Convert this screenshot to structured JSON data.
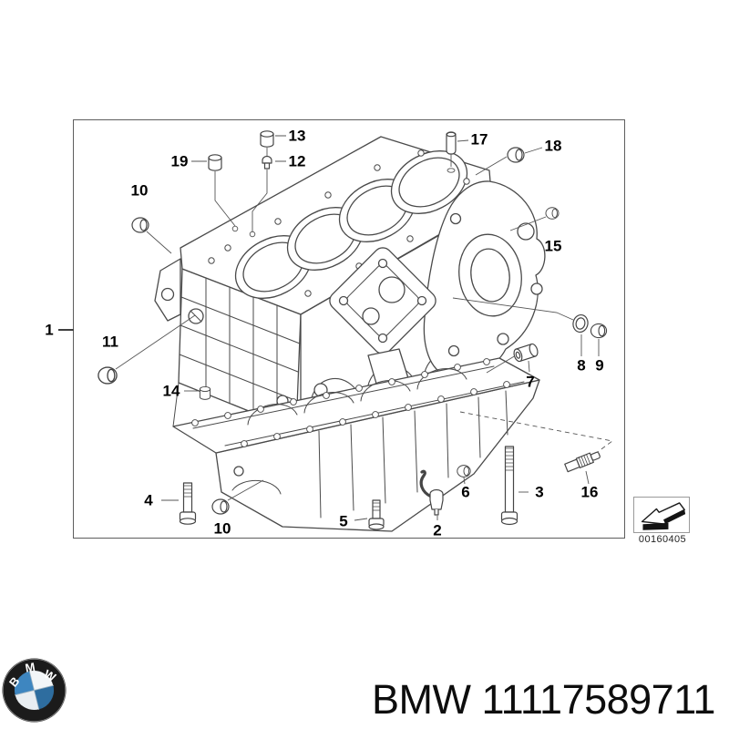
{
  "diagram": {
    "image_code": "00160405",
    "callouts": [
      {
        "id": "1",
        "label": "1"
      },
      {
        "id": "2",
        "label": "2"
      },
      {
        "id": "3",
        "label": "3"
      },
      {
        "id": "4",
        "label": "4"
      },
      {
        "id": "5",
        "label": "5"
      },
      {
        "id": "6",
        "label": "6"
      },
      {
        "id": "7",
        "label": "7"
      },
      {
        "id": "8",
        "label": "8"
      },
      {
        "id": "9",
        "label": "9"
      },
      {
        "id": "10-top",
        "label": "10"
      },
      {
        "id": "10-bottom",
        "label": "10"
      },
      {
        "id": "11",
        "label": "11"
      },
      {
        "id": "12",
        "label": "12"
      },
      {
        "id": "13",
        "label": "13"
      },
      {
        "id": "14",
        "label": "14"
      },
      {
        "id": "15",
        "label": "15"
      },
      {
        "id": "16",
        "label": "16"
      },
      {
        "id": "17",
        "label": "17"
      },
      {
        "id": "18",
        "label": "18"
      },
      {
        "id": "19",
        "label": "19"
      }
    ],
    "colors": {
      "line": "#4a4a4a",
      "label": "#000000",
      "frame_border": "#5e5e5e"
    }
  },
  "icons": {
    "engine-block-drawing": "exploded isometric line drawing of cylinder block with oil pan",
    "direction-arrow-icon": "solid arrow pointing lower-left",
    "bmw-roundel-logo": "BMW quartered blue/white roundel",
    "part-icon-shapes": "sealing plugs, dowel sleeves, bolts, o-ring, bushing, oil spray jet, splined stud"
  },
  "footer": {
    "logo": {
      "b": "B",
      "m": "M",
      "w": "W",
      "blue_light": "#3e86c0",
      "blue_dark": "#2e6d9f"
    },
    "brand": "BMW",
    "part_number": "11117589711",
    "part_label": "BMW 11117589711"
  }
}
